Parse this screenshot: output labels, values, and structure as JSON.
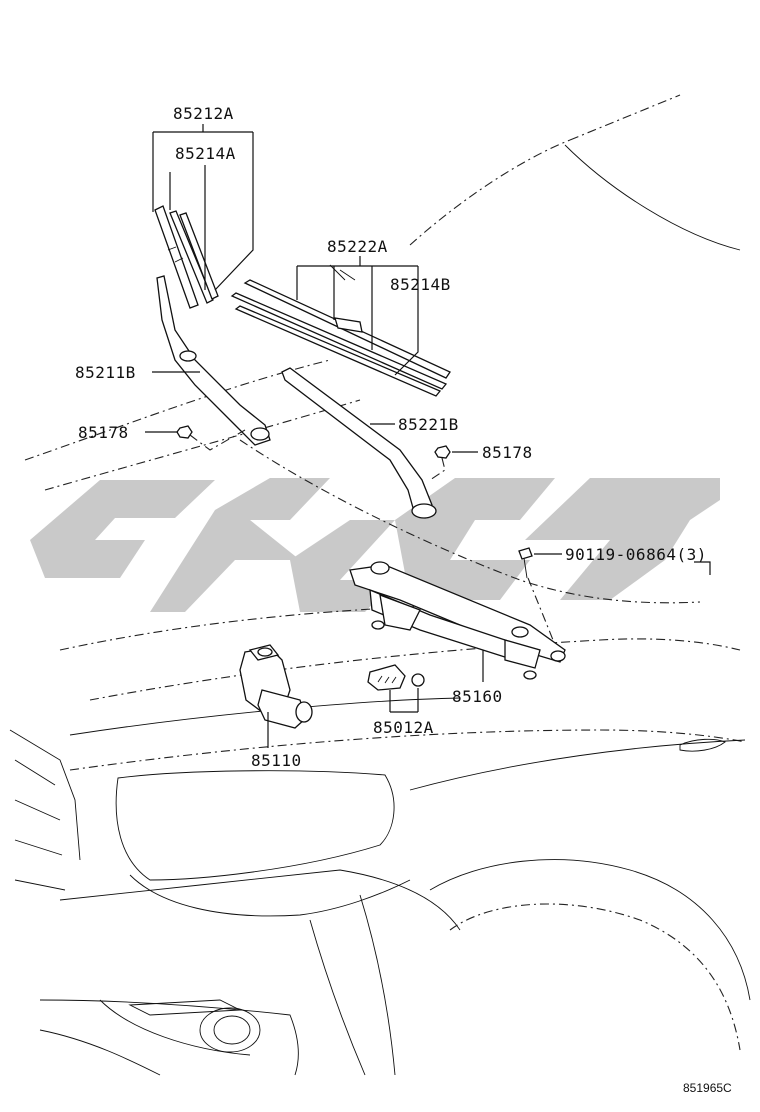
{
  "diagram": {
    "labels": {
      "blade_front": "85212A",
      "refill_front": "85214A",
      "blade_rear": "85222A",
      "refill_rear": "85214B",
      "arm_left": "85211B",
      "nut_left": "85178",
      "arm_right": "85221B",
      "nut_right": "85178",
      "bolt": "90119-06864(3)",
      "link": "85160",
      "motor": "85110",
      "connector": "85012A"
    },
    "figure_code": "851965C"
  }
}
